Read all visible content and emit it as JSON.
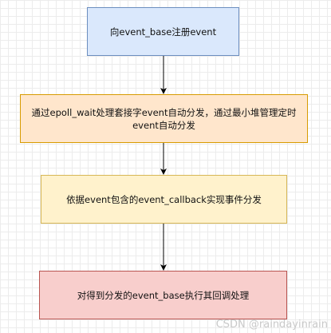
{
  "diagram": {
    "nodes": [
      {
        "id": "register",
        "label": "向event_base注册event",
        "fill": "#dae8fc",
        "stroke": "#6c8ebf"
      },
      {
        "id": "dispatch",
        "label": "通过epoll_wait处理套接字event自动分发，通过最小堆管理定时event自动分发",
        "fill": "#ffe6cc",
        "stroke": "#d79b00"
      },
      {
        "id": "callback",
        "label": "依据event包含的event_callback实现事件分发",
        "fill": "#fff2cc",
        "stroke": "#d6b656"
      },
      {
        "id": "handle",
        "label": "对得到分发的event_base执行其回调处理",
        "fill": "#f8cecc",
        "stroke": "#b85450"
      }
    ],
    "edges": [
      {
        "from": "register",
        "to": "dispatch"
      },
      {
        "from": "dispatch",
        "to": "callback"
      },
      {
        "from": "callback",
        "to": "handle"
      }
    ],
    "edge_color": "#000000"
  },
  "watermark": "CSDN @raindayinrain"
}
